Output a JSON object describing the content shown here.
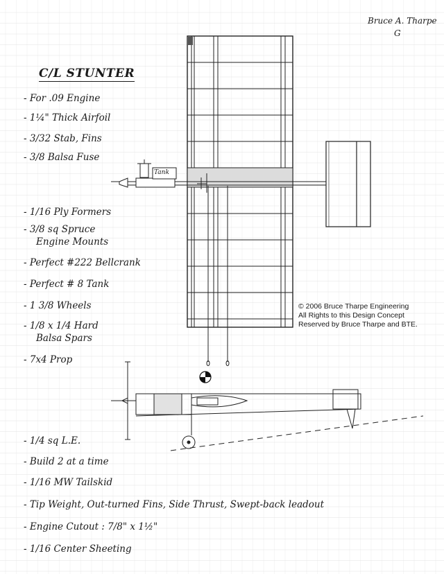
{
  "signature": {
    "name": "Bruce A. Tharpe",
    "initial": "G"
  },
  "title": "C/L STUNTER",
  "specs_top": [
    "- For .09 Engine",
    "- 1¼\" Thick Airfoil",
    "- 3/32 Stab, Fins",
    "- 3/8 Balsa Fuse"
  ],
  "tank_label": "Tank",
  "specs_mid": [
    "- 1/16 Ply Formers",
    "- 3/8 sq Spruce",
    "Engine Mounts",
    "- Perfect #222 Bellcrank",
    "- Perfect # 8 Tank",
    "- 1 3/8 Wheels",
    "- 1/8 x 1/4 Hard",
    "Balsa Spars",
    "- 7x4 Prop"
  ],
  "copyright": [
    "© 2006 Bruce Tharpe Engineering",
    "All Rights to this Design Concept",
    "Reserved by Bruce Tharpe and BTE."
  ],
  "specs_bottom": [
    "- 1/4 sq L.E.",
    "- Build 2 at a time",
    "- 1/16 MW Tailskid",
    "- Tip Weight, Out-turned Fins, Side Thrust, Swept-back leadout",
    "- Engine Cutout : 7/8\" x 1½\"",
    "- 1/16 Center Sheeting"
  ]
}
